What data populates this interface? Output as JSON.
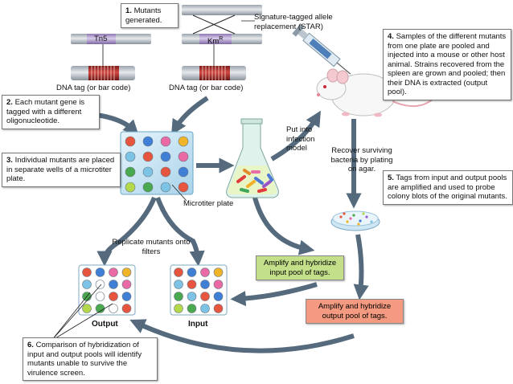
{
  "steps": {
    "s1": {
      "num": "1.",
      "text": "Mutants generated."
    },
    "s2": {
      "num": "2.",
      "text": "Each mutant gene is tagged with a different oligonucleotide."
    },
    "s3": {
      "num": "3.",
      "text": "Individual mutants are placed in separate wells of a microtiter plate."
    },
    "s4": {
      "num": "4.",
      "text": "Samples of the different mutants from one plate are pooled and injected into a mouse or other host animal. Strains recovered from the spleen are grown and pooled; then their DNA is extracted (output pool)."
    },
    "s5": {
      "num": "5.",
      "text": "Tags from input and output pools are amplified and used to probe colony blots of the original mutants."
    },
    "s6": {
      "num": "6.",
      "text": "Comparison of hybridization of input and output pools will identify mutants unable to survive the virulence screen."
    }
  },
  "labels": {
    "star": "Signature-tagged allele replacement (STAR)",
    "tn5": "Tn5",
    "km": "Km",
    "km_sup": "R",
    "dna_tag_left": "DNA tag (or bar code)",
    "dna_tag_right": "DNA tag (or bar code)",
    "microtiter": "Microtiter plate",
    "infection": "Put into infection model",
    "recover": "Recover surviving bacteria by plating on agar.",
    "replicate": "Replicate mutants onto filters",
    "amp_input": "Amplify and hybridize input pool of tags.",
    "amp_output": "Amplify and hybridize output pool of tags.",
    "output": "Output",
    "input": "Input"
  },
  "colors": {
    "arrow": "#556b7d",
    "amp_input_bg": "#c4df8a",
    "amp_output_bg": "#f39a80",
    "dna_band": "#b42a2a",
    "transposon": "#b8a3d4"
  }
}
